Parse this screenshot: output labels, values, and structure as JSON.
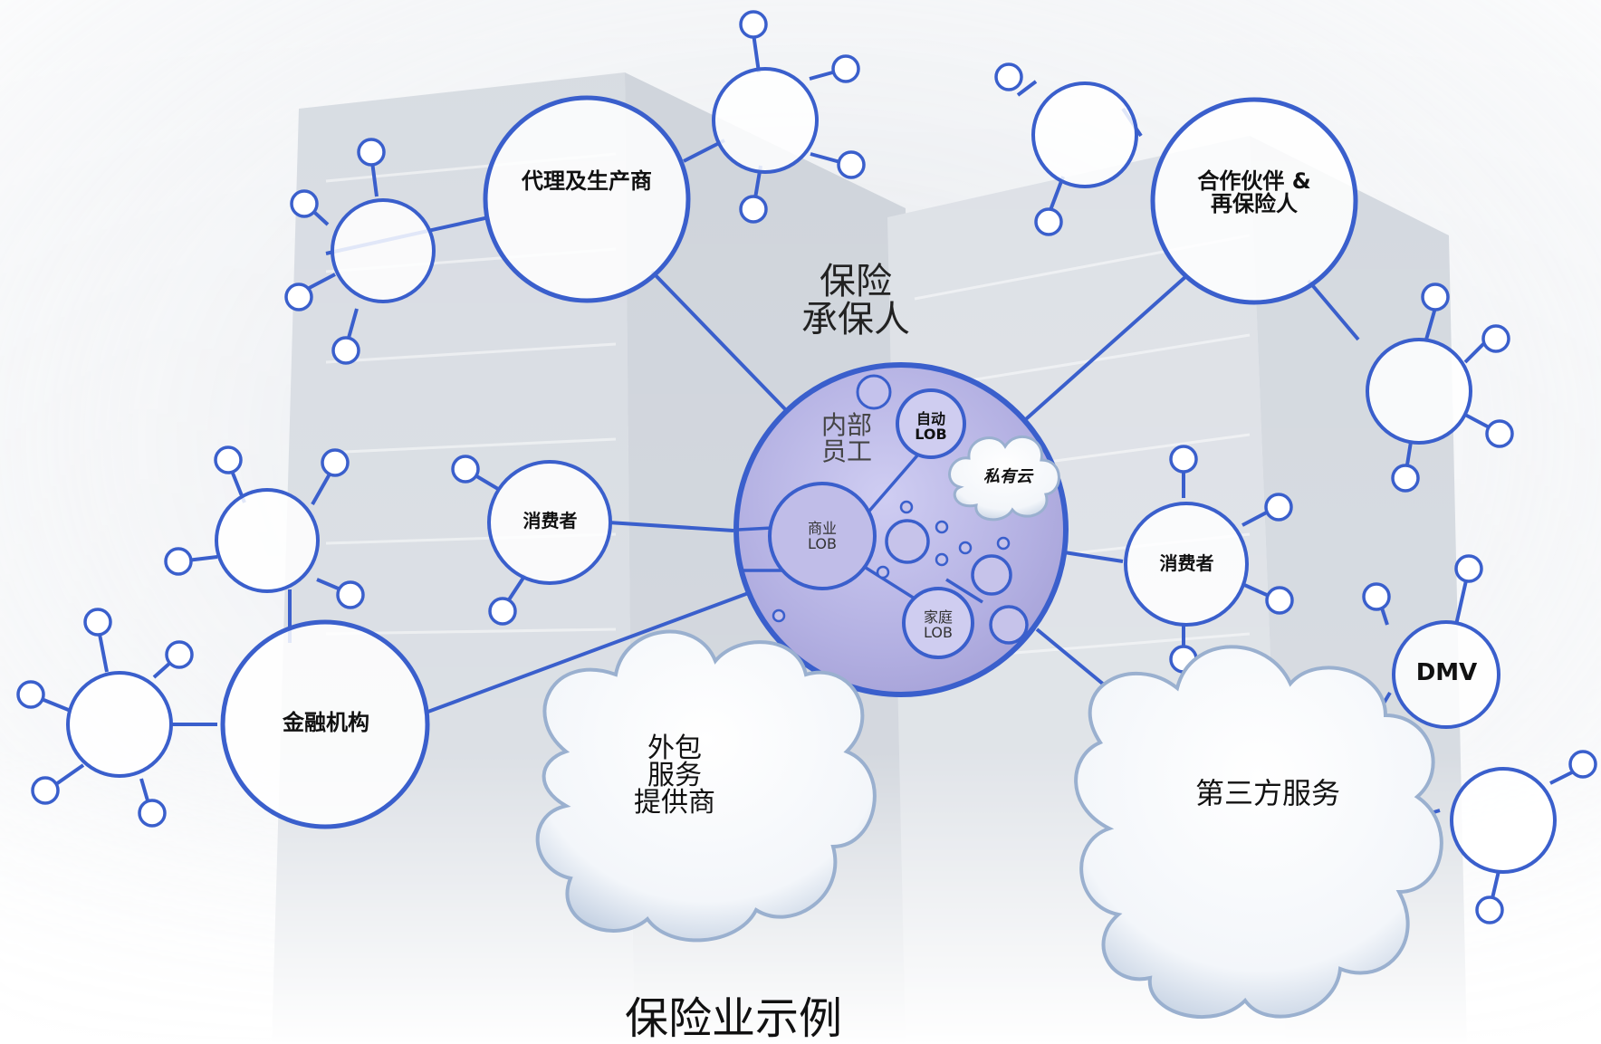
{
  "labels": {
    "agents": "代理及生产商",
    "partners_line1": "合作伙伴 &",
    "partners_line2": "再保险人",
    "insurer_line1": "保险",
    "insurer_line2": "承保人",
    "internal_line1": "内部",
    "internal_line2": "员工",
    "auto_line1": "自动",
    "auto_line2": "LOB",
    "private_cloud": "私有云",
    "commercial_line1": "商业",
    "commercial_line2": "LOB",
    "home_line1": "家庭",
    "home_line2": "LOB",
    "consumers_left": "消费者",
    "consumers_right": "消费者",
    "financial": "金融机构",
    "dmv": "DMV",
    "outsource_line1": "外包",
    "outsource_line2": "服务",
    "outsource_line3": "提供商",
    "third_party": "第三方服务",
    "title": "保险业示例"
  },
  "colors": {
    "node_stroke": "#3a5fcc",
    "hub_fill": "#b7b6e6",
    "cloud_edge": "#9ab0cf",
    "text": "#111111",
    "building_tint": "#c9d0da"
  }
}
